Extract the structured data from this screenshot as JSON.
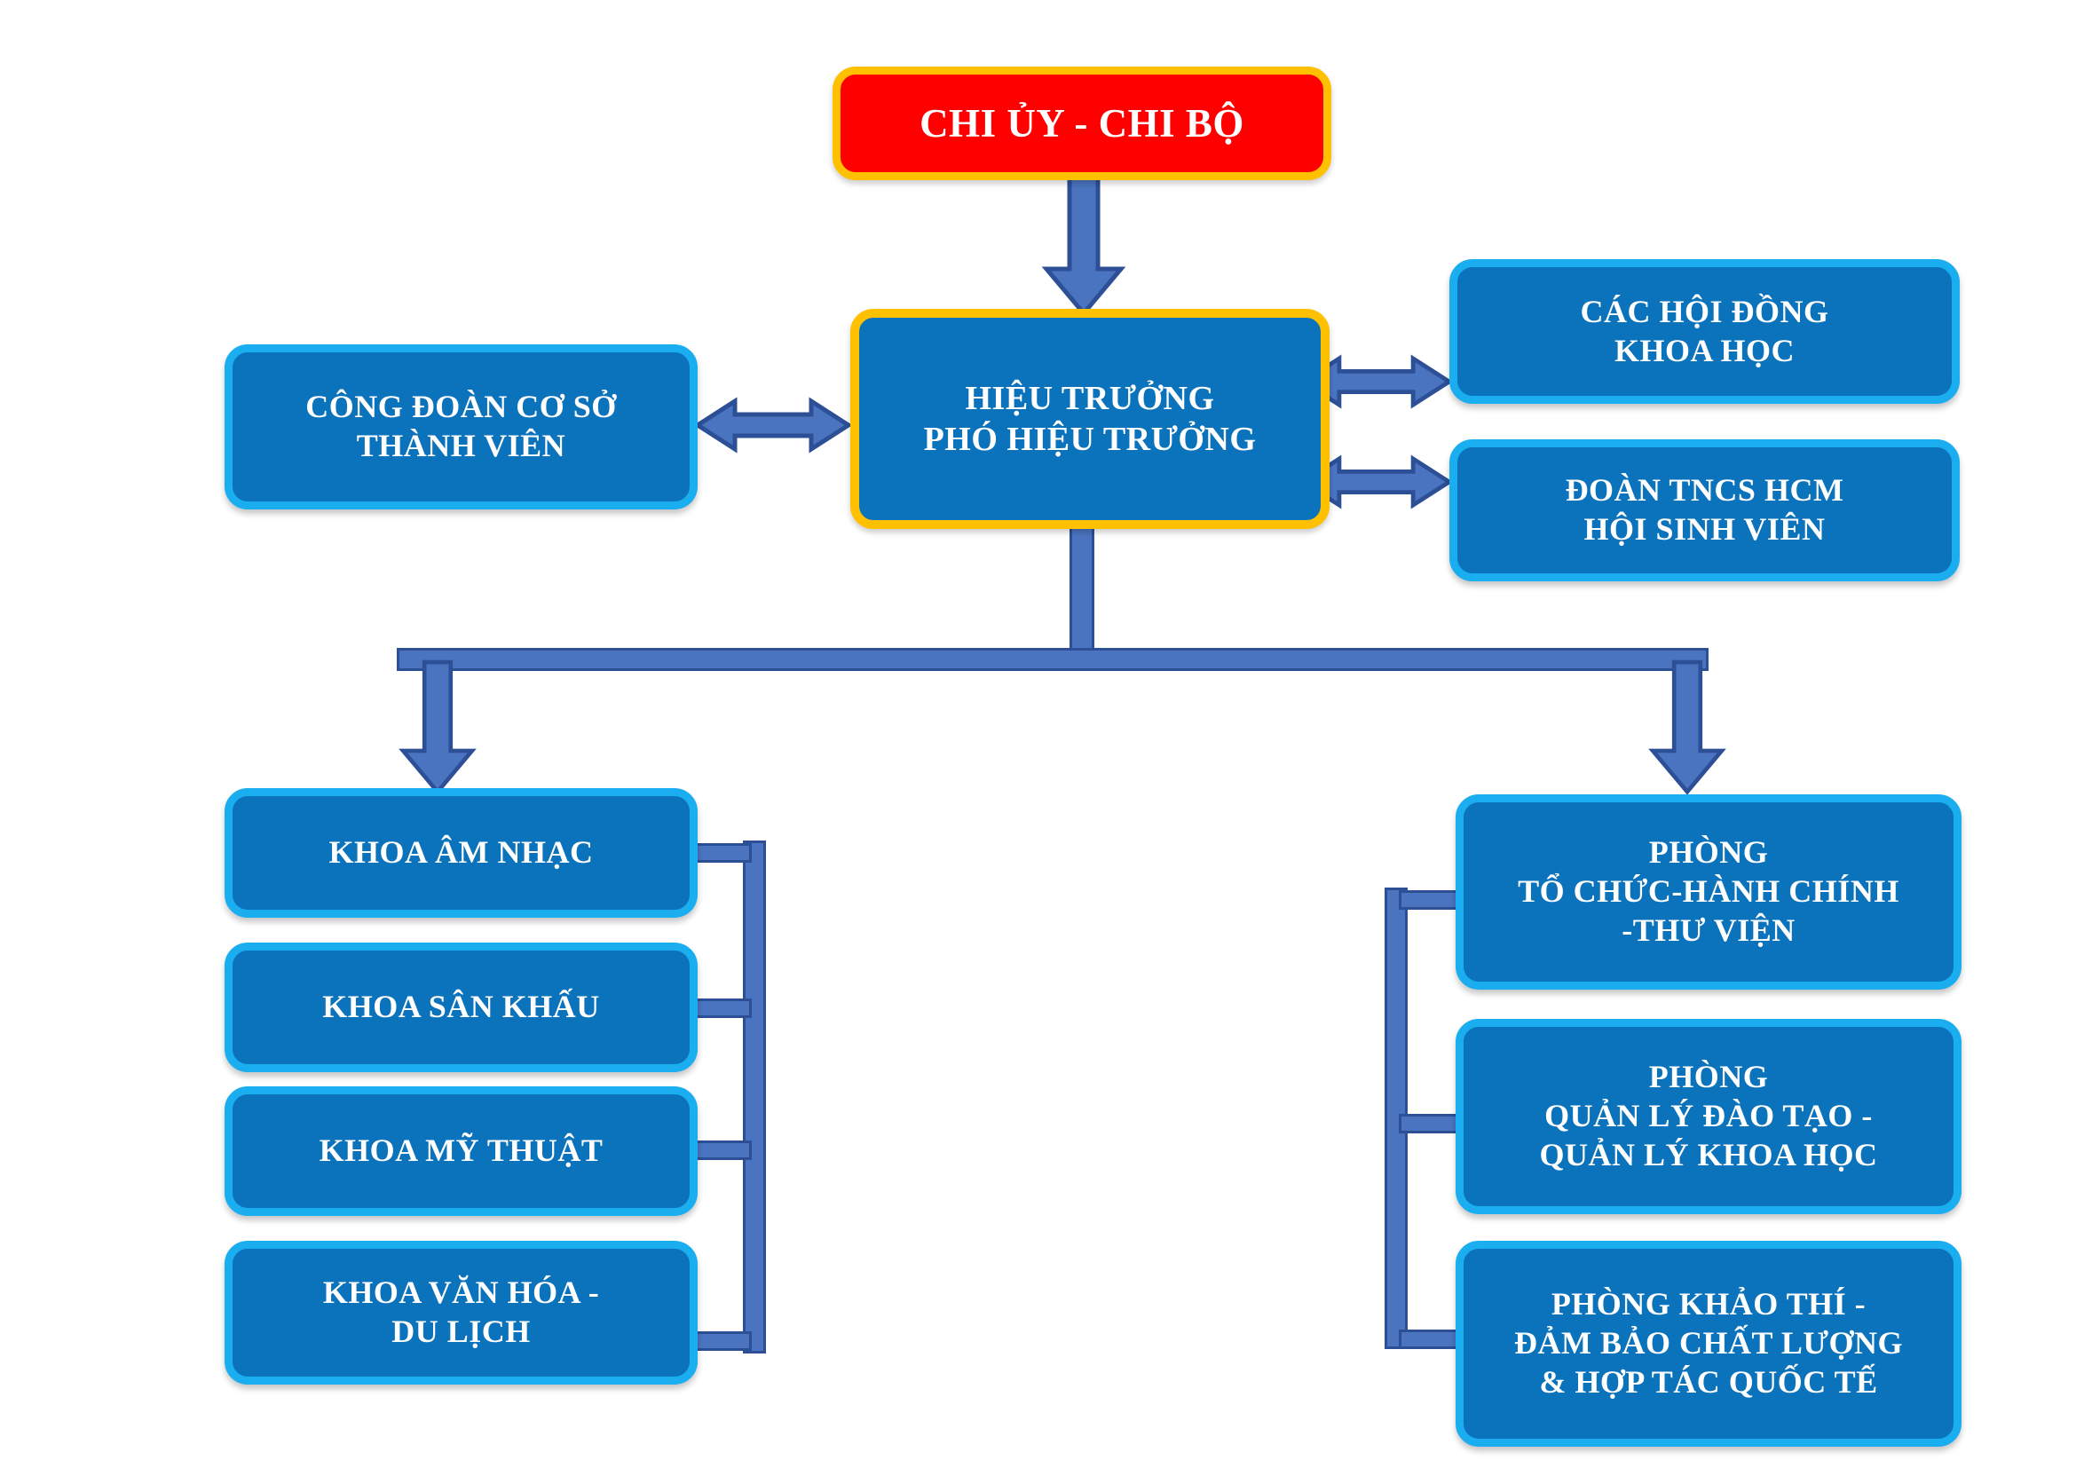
{
  "chart": {
    "title": "So do to chuc",
    "colors": {
      "box_fill_blue": "#0b72bc",
      "box_border_cyan": "#1aaef0",
      "box_fill_red": "#fe0000",
      "box_border_gold": "#ffc000",
      "connector_fill": "#4a74c0",
      "connector_stroke": "#2c4f96",
      "text": "#ffffff",
      "background": "#ffffff"
    }
  },
  "nodes": {
    "party_committee": {
      "label": "CHI ỦY - CHI BỘ"
    },
    "principal": {
      "label": "HIỆU TRƯỞNG\nPHÓ HIỆU TRƯỞNG"
    },
    "trade_union": {
      "label": "CÔNG ĐOÀN CƠ SỞ\nTHÀNH VIÊN"
    },
    "science_councils": {
      "label": "CÁC HỘI ĐỒNG\nKHOA HỌC"
    },
    "youth_union": {
      "label": "ĐOÀN TNCS HCM\nHỘI SINH VIÊN"
    }
  },
  "faculties": [
    {
      "label": "KHOA ÂM NHẠC"
    },
    {
      "label": "KHOA SÂN KHẤU"
    },
    {
      "label": "KHOA MỸ THUẬT"
    },
    {
      "label": "KHOA VĂN HÓA -\nDU LỊCH"
    }
  ],
  "departments": [
    {
      "label": "PHÒNG\nTỔ CHỨC-HÀNH CHÍNH\n-THƯ VIỆN"
    },
    {
      "label": "PHÒNG\nQUẢN LÝ ĐÀO TẠO -\nQUẢN LÝ KHOA HỌC"
    },
    {
      "label": "PHÒNG KHẢO THÍ -\nĐẢM BẢO CHẤT LƯỢNG\n& HỢP TÁC QUỐC TẾ"
    }
  ]
}
